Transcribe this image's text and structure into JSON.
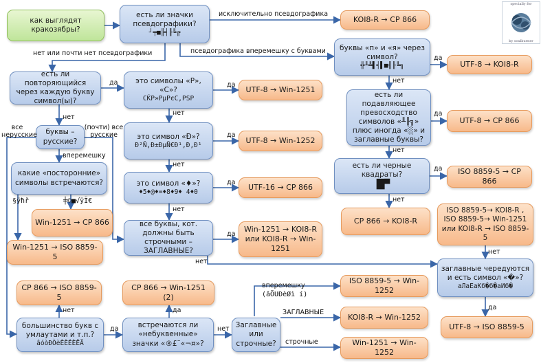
{
  "badge": {
    "top": "specially for",
    "bottom": "by soulburner"
  },
  "nodes": {
    "start": "как выглядят кракозябры?",
    "q_pseudo": "есть ли значки псевдографики?",
    "q_pseudo_g": "┘╤■╠╡╟╚╔",
    "a_koi_cp866": "KOI8-R → CP 866",
    "q_p_ya": "буквы «п» и «я» через символ?",
    "q_p_ya_g": "╬╨╩▌╡▌■╢╟╚╗",
    "a_utf_koi": "UTF-8 → KOI8-R",
    "q_dominance": "есть ли подавляющее превосходство символов «╨╟╗» плюс иногда «░» и заглавные буквы?",
    "a_utf_cp866": "UTF-8 → CP 866",
    "q_black": "есть ли черные квадраты?",
    "q_black_g": "▐█▀",
    "a_iso_cp866": "ISO 8859-5 → CP 866",
    "a_cp866_koi": "CP 866 → KOI8-R",
    "a_iso_multi": "ISO 8859-5→ KOI8-R , ISO 8859-5→ Win-1251 или KOI8-R → ISO 8859-5",
    "q_alternate": "заглавные чередуются и есть символ «�»?",
    "q_alternate_g": "аЛаЕаКб�б�аИб�",
    "a_utf_iso": "UTF-8 → ISO 8859-5",
    "q_repeat": "есть ли повторяющийся через каждую букву символ(ы)?",
    "q_rs": "это символы «Р», «С»?",
    "q_rs_g": "СЌР»РµРєС‚РЅР",
    "a_utf_1251": "UTF-8 → Win-1251",
    "q_d": "это символ «Ð»?",
    "q_d_g": "Ð²Ñ‚Ð±ÐµÑ€Ð¹,Ð,Ð¹",
    "a_utf_1252": "UTF-8 → Win-1252",
    "q_diamond": "это символ «♦»?",
    "q_diamond_g": "♦5♦@♦=♦8♦9♦ 4♦0",
    "a_utf16_cp866": "UTF-16 → CP 866",
    "q_lowercase": "все буквы, кот. должны быть строчными – ЗАГЛАВНЫЕ?",
    "a_1251_koi": "Win-1251 → KOI8-R или KOI8-R → Win-1251",
    "q_russian": "буквы – русские?",
    "q_foreign": "какие «посторонние» символы встречаются?",
    "a_1251_cp866": "Win-1251 → CP 866",
    "a_1251_iso": "Win-1251 → ISO 8859-5",
    "a_cp866_iso": "CP 866 → ISO 8859-5",
    "a_cp866_1251": "CP 866 → Win-1251 (2)",
    "q_umlaut": "большинство букв с умлаутами и т.п.?",
    "q_umlaut_g": "âóòÐÒèÈÈÉÈÊÄ",
    "q_unusual": "встречаются ли «небуквенные» значки «®£¨«¬¤»?",
    "q_case": "Заглавные или строчные?",
    "a_iso_1252": "ISO 8859-5 → Win-1252",
    "a_koi_1252": "KOI8-R → Win-1252",
    "a_1251_1252": "Win-1251 → Win-1252"
  },
  "labels": {
    "only_pseudo": "исключительно псевдографика",
    "no_pseudo": "нет или почти нет псевдографики",
    "mixed_pseudo": "псевдографика вперемешку с буквами",
    "yes": "да",
    "no": "нет",
    "all_non_russian": "все нерусские",
    "almost_all_russian": "(почти) все русские",
    "mixed": "вперемешку",
    "glyphs_a": "§ÿħř",
    "glyphs_b": "╪©■√ÿÏ€",
    "mixed_case": "вперемешку",
    "mixed_case_g": "(âÖUÐèØì í)",
    "uppercase": "ЗАГЛАВНЫЕ",
    "lowercase": "строчные"
  }
}
